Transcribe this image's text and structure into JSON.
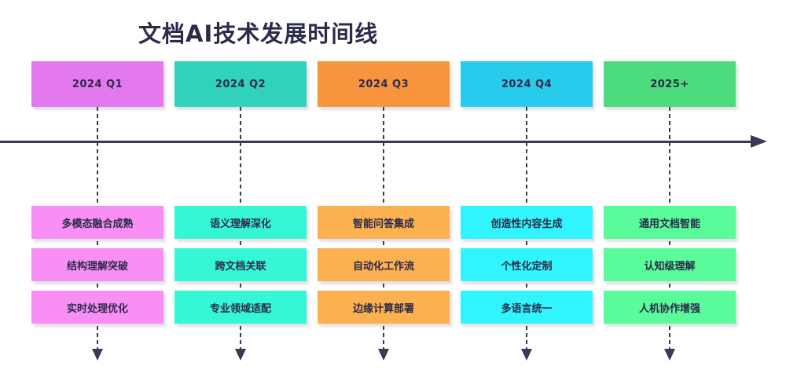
{
  "title": "文档AI技术发展时间线",
  "timeline": {
    "axis_color": "#3a3a58",
    "text_color": "#2b2b4b",
    "columns": [
      {
        "label": "2024 Q1",
        "header_color": "#e478ee",
        "item_color": "#f98ff4",
        "items": [
          "多模态融合成熟",
          "结构理解突破",
          "实时处理优化"
        ]
      },
      {
        "label": "2024 Q2",
        "header_color": "#30d2ba",
        "item_color": "#35f7d5",
        "items": [
          "语义理解深化",
          "跨文档关联",
          "专业领域适配"
        ]
      },
      {
        "label": "2024 Q3",
        "header_color": "#f6953e",
        "item_color": "#fcb050",
        "items": [
          "智能问答集成",
          "自动化工作流",
          "边缘计算部署"
        ]
      },
      {
        "label": "2024 Q4",
        "header_color": "#27cbec",
        "item_color": "#30f5fe",
        "items": [
          "创造性内容生成",
          "个性化定制",
          "多语言统一"
        ]
      },
      {
        "label": "2025+",
        "header_color": "#4cdc7e",
        "item_color": "#59fb9a",
        "items": [
          "通用文档智能",
          "认知级理解",
          "人机协作增强"
        ]
      }
    ]
  }
}
